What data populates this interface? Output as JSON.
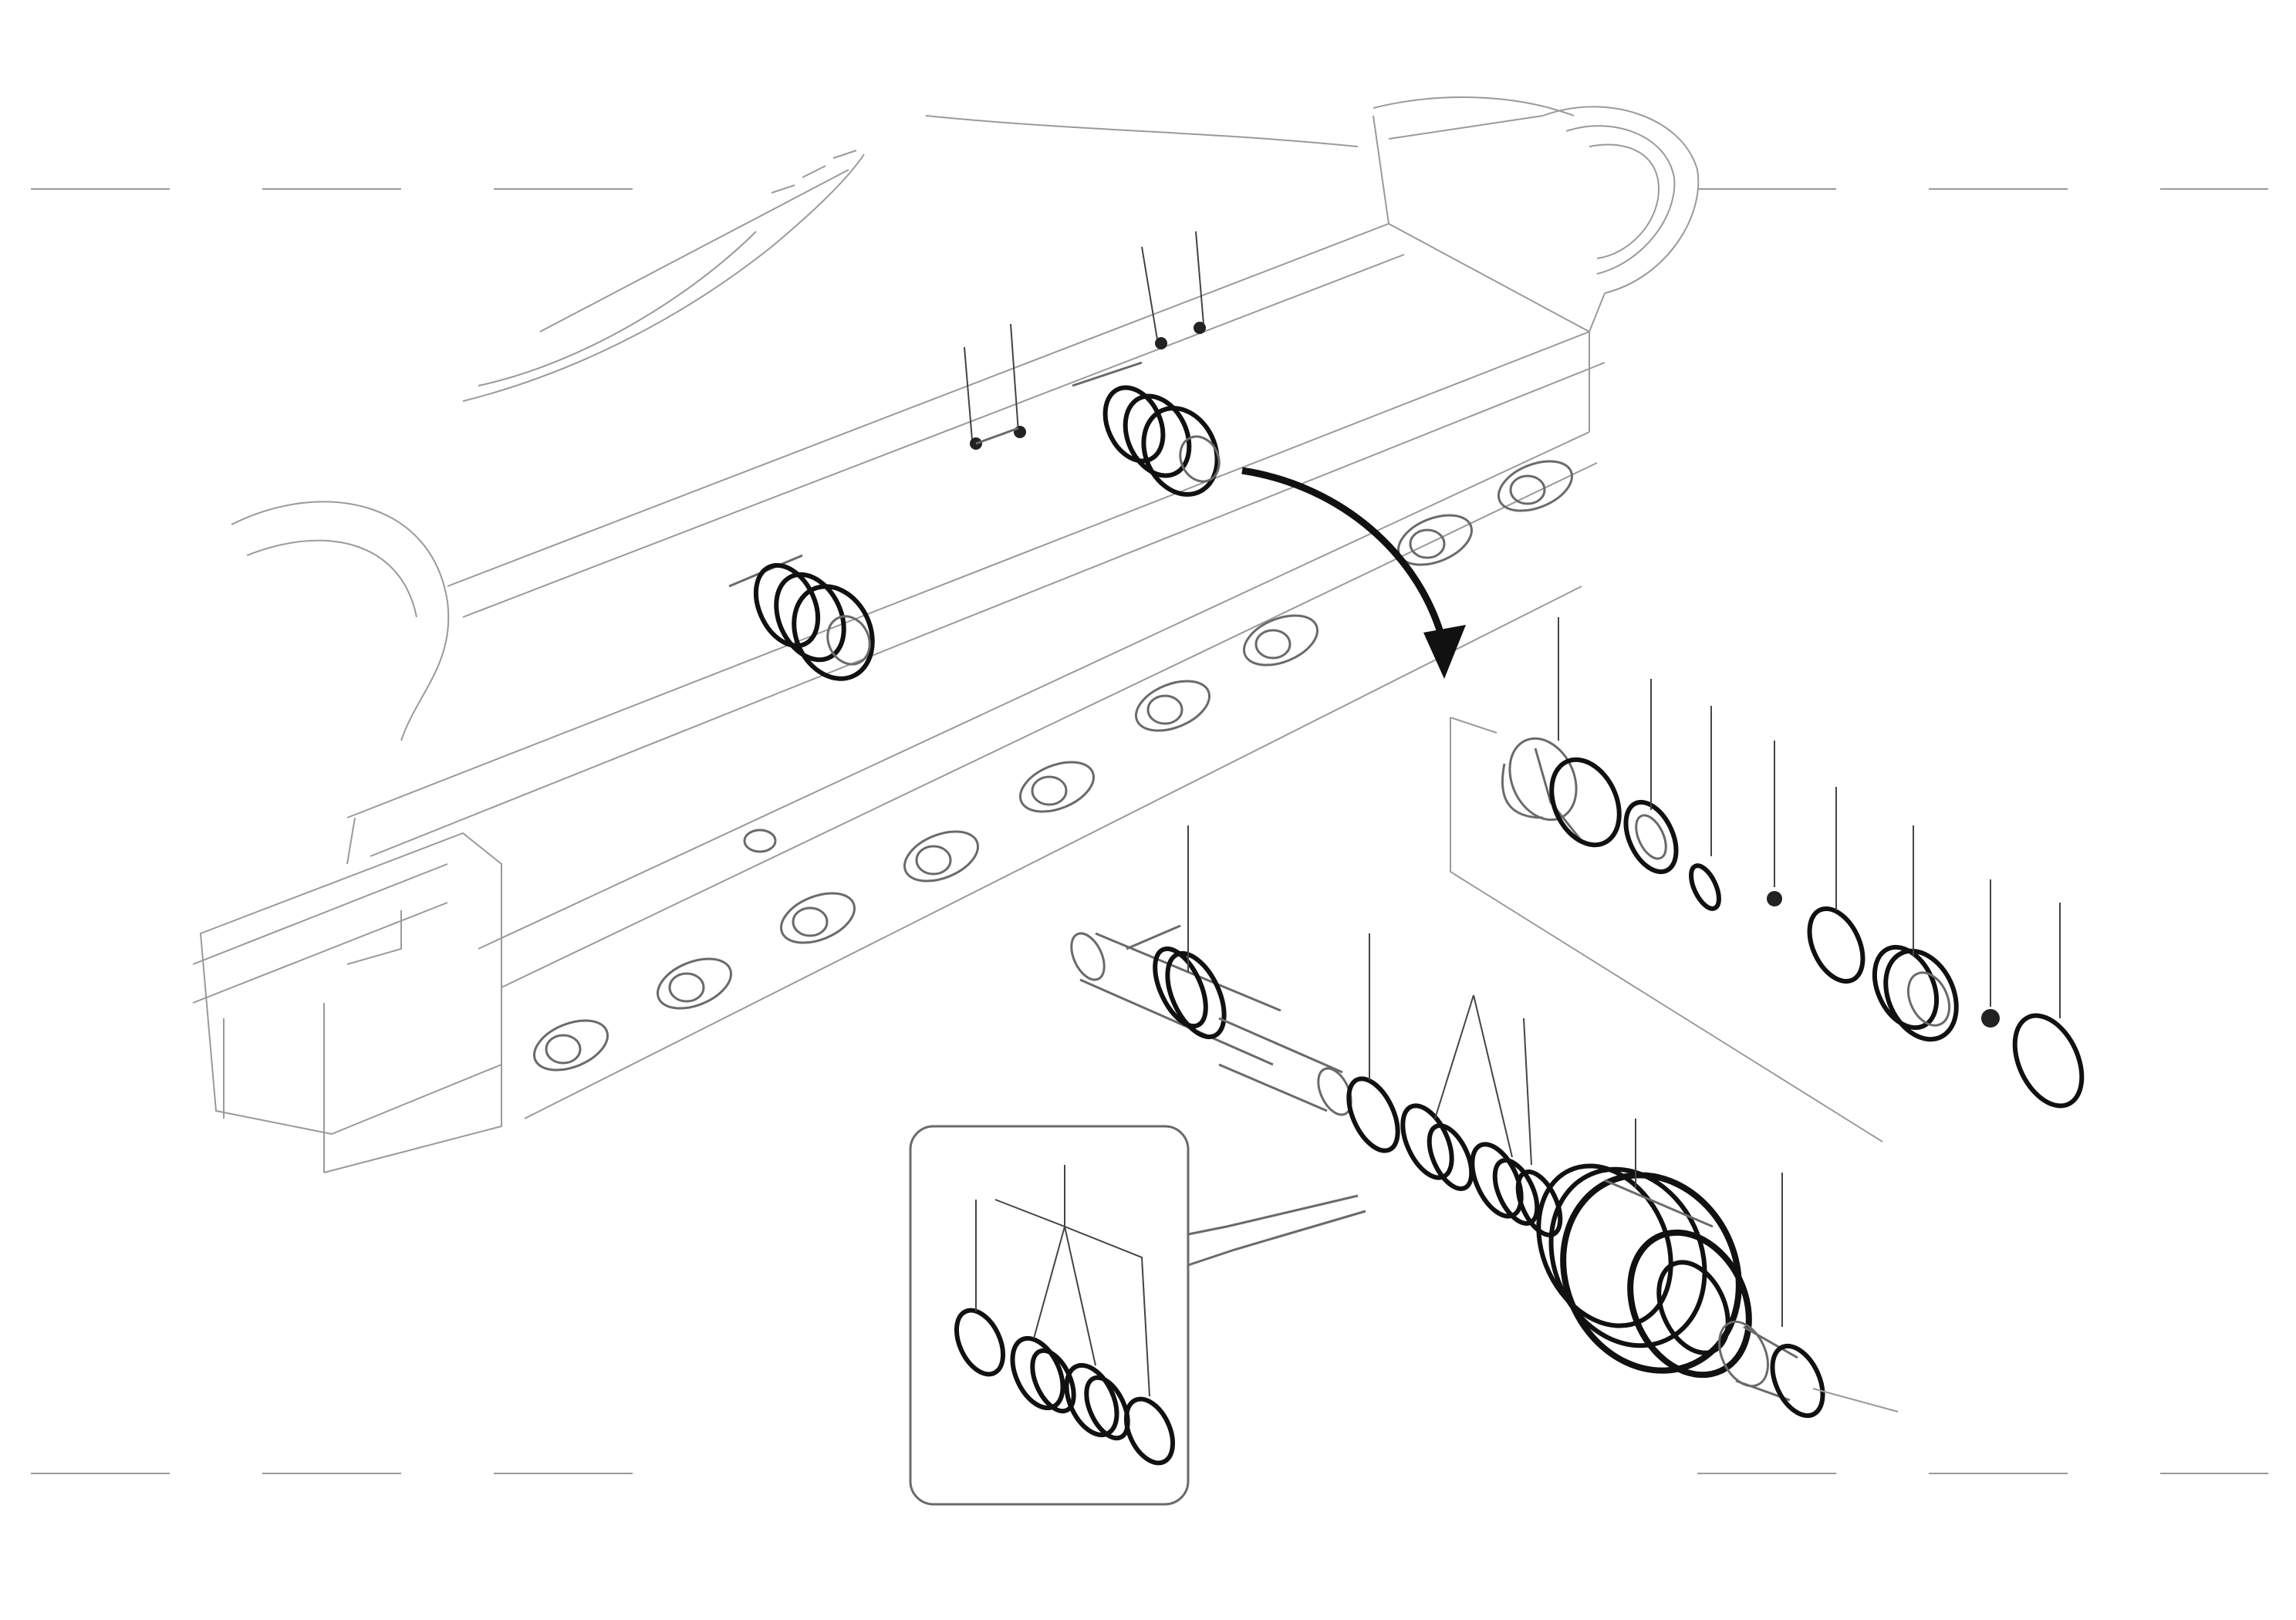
{
  "figure": {
    "drawing_number": "",
    "stamp": {
      "line1": "",
      "line2": "",
      "line3": ""
    }
  },
  "callouts": [
    {
      "id": "arm-top-1",
      "label": ""
    },
    {
      "id": "arm-top-2",
      "label": ""
    },
    {
      "id": "arm-top-3",
      "label": ""
    },
    {
      "id": "arm-top-4",
      "label": ""
    },
    {
      "id": "kit-1",
      "label": ""
    },
    {
      "id": "kit-2",
      "label": ""
    },
    {
      "id": "kit-3",
      "label": ""
    },
    {
      "id": "kit-4",
      "label": ""
    },
    {
      "id": "kit-5",
      "label": ""
    },
    {
      "id": "kit-6",
      "label": ""
    },
    {
      "id": "kit-7",
      "label": ""
    },
    {
      "id": "kit-8",
      "label": ""
    },
    {
      "id": "shaft-1",
      "label": ""
    },
    {
      "id": "shaft-2",
      "label": ""
    },
    {
      "id": "shaft-3",
      "label": ""
    },
    {
      "id": "shaft-4",
      "label": ""
    },
    {
      "id": "roller-1",
      "label": ""
    },
    {
      "id": "roller-2",
      "label": ""
    },
    {
      "id": "inset-1",
      "label": ""
    },
    {
      "id": "inset-2",
      "label": ""
    },
    {
      "id": "inset-3",
      "label": ""
    }
  ]
}
